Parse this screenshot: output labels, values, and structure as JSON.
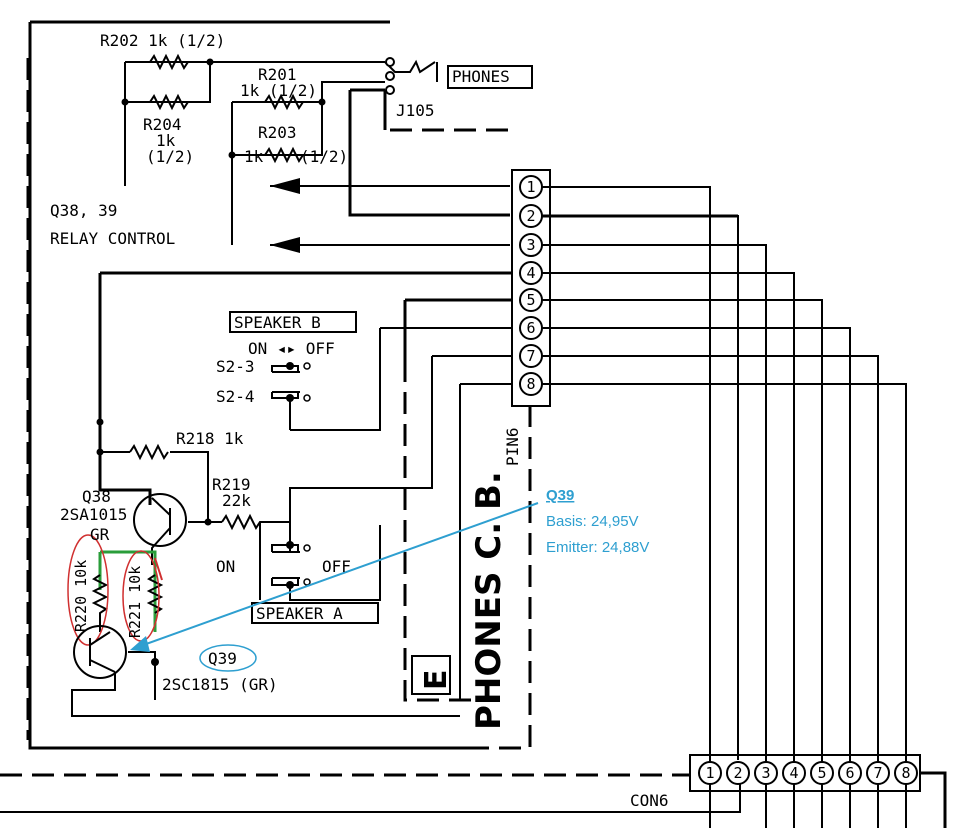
{
  "labels": {
    "r202": "R202 1k (1/2)",
    "r201": "R201",
    "r201_val": "1k  (1/2)",
    "r204": "R204",
    "r204_val": "1k",
    "r204_pw": "(1/2)",
    "r203": "R203",
    "r203_val": "1k",
    "r203_pw": "(1/2)",
    "phones": "PHONES",
    "j105": "J105",
    "q3839": "Q38, 39",
    "relay": "RELAY CONTROL",
    "speaker_b": "SPEAKER B",
    "on_off": "ON ◂▸ OFF",
    "s2_3": "S2-3",
    "s2_4": "S2-4",
    "r218": "R218 1k",
    "r219": "R219",
    "r219_val": "22k",
    "q38": "Q38",
    "q38_part": "2SA1015",
    "q38_gr": "GR",
    "on": "ON",
    "off": "OFF",
    "speaker_a": "SPEAKER A",
    "r220": "R220 10k",
    "r221": "R221 10k",
    "q39": "Q39",
    "q39_part": "2SC1815 (GR)",
    "e": "E",
    "phones_cb": "PHONES C. B.",
    "pin6": "PIN6",
    "con6": "CON6"
  },
  "connector_pins": [
    "1",
    "2",
    "3",
    "4",
    "5",
    "6",
    "7",
    "8"
  ],
  "con6_pins": [
    "1",
    "2",
    "3",
    "4",
    "5",
    "6",
    "7",
    "8"
  ],
  "annotation": {
    "title": "Q39",
    "basis": "Basis: 24,95V",
    "emitter": "Emitter: 24,88V",
    "color": "#2e9fd0"
  },
  "highlight_colors": {
    "green": "#2a9d3a",
    "red": "#d03030",
    "blue": "#2e9fd0"
  }
}
